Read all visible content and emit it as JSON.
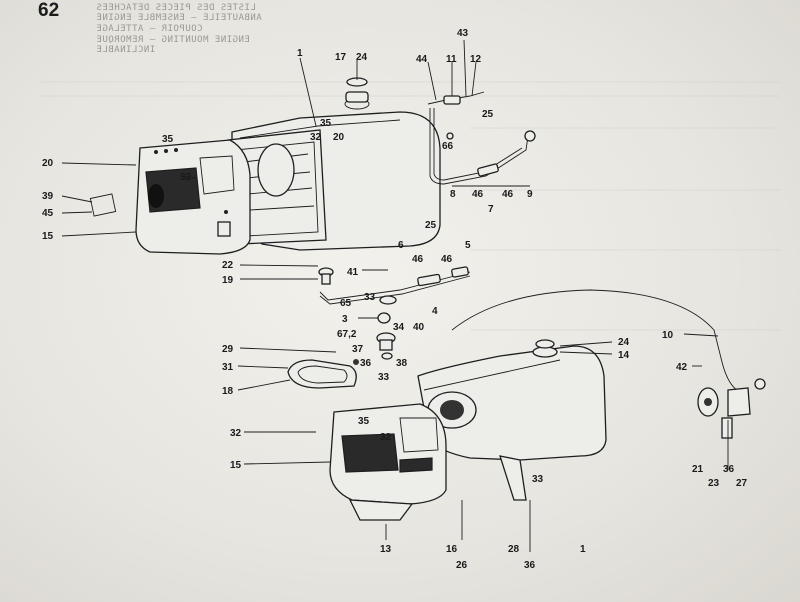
{
  "page_number": "62",
  "header_lines": [
    "LISTES DES PIECES DETACHEES",
    "ANBAUTEILE — ENSEMBLE ENGINE",
    "COUPOIR — ATTELAGE",
    "ENGINE MOUNTING — REMORQUE",
    "INCLINABLE"
  ],
  "callouts": [
    {
      "id": "c17",
      "label": "17"
    },
    {
      "id": "c24a",
      "label": "24"
    },
    {
      "id": "c1a",
      "label": "1"
    },
    {
      "id": "c44",
      "label": "44"
    },
    {
      "id": "c11",
      "label": "11"
    },
    {
      "id": "c43",
      "label": "43"
    },
    {
      "id": "c12",
      "label": "12"
    },
    {
      "id": "c35a",
      "label": "35"
    },
    {
      "id": "c32a",
      "label": "32"
    },
    {
      "id": "c20a",
      "label": "20"
    },
    {
      "id": "c35b",
      "label": "35"
    },
    {
      "id": "c20b",
      "label": "20"
    },
    {
      "id": "c32b",
      "label": "32"
    },
    {
      "id": "c39",
      "label": "39"
    },
    {
      "id": "c45",
      "label": "45"
    },
    {
      "id": "c15a",
      "label": "15"
    },
    {
      "id": "c25a",
      "label": "25"
    },
    {
      "id": "c66",
      "label": "66"
    },
    {
      "id": "c8",
      "label": "8"
    },
    {
      "id": "c46a",
      "label": "46"
    },
    {
      "id": "c46b",
      "label": "46"
    },
    {
      "id": "c9",
      "label": "9"
    },
    {
      "id": "c7",
      "label": "7"
    },
    {
      "id": "c25b",
      "label": "25"
    },
    {
      "id": "c6",
      "label": "6"
    },
    {
      "id": "c5",
      "label": "5"
    },
    {
      "id": "c22",
      "label": "22"
    },
    {
      "id": "c19",
      "label": "19"
    },
    {
      "id": "c41",
      "label": "41"
    },
    {
      "id": "c46c",
      "label": "46"
    },
    {
      "id": "c46d",
      "label": "46"
    },
    {
      "id": "c4",
      "label": "4"
    },
    {
      "id": "c33a",
      "label": "33"
    },
    {
      "id": "c65",
      "label": "65"
    },
    {
      "id": "c3",
      "label": "3"
    },
    {
      "id": "c67",
      "label": "67,2"
    },
    {
      "id": "c34",
      "label": "34"
    },
    {
      "id": "c40",
      "label": "40"
    },
    {
      "id": "c37",
      "label": "37"
    },
    {
      "id": "c36a",
      "label": "36"
    },
    {
      "id": "c38",
      "label": "38"
    },
    {
      "id": "c33b",
      "label": "33"
    },
    {
      "id": "c29",
      "label": "29"
    },
    {
      "id": "c31",
      "label": "31"
    },
    {
      "id": "c18",
      "label": "18"
    },
    {
      "id": "c10",
      "label": "10"
    },
    {
      "id": "c24b",
      "label": "24"
    },
    {
      "id": "c14",
      "label": "14"
    },
    {
      "id": "c42",
      "label": "42"
    },
    {
      "id": "c32c",
      "label": "32"
    },
    {
      "id": "c35c",
      "label": "35"
    },
    {
      "id": "c32d",
      "label": "32"
    },
    {
      "id": "c15b",
      "label": "15"
    },
    {
      "id": "c21",
      "label": "21"
    },
    {
      "id": "c36b",
      "label": "36"
    },
    {
      "id": "c23",
      "label": "23"
    },
    {
      "id": "c27",
      "label": "27"
    },
    {
      "id": "c33c",
      "label": "33"
    },
    {
      "id": "c13",
      "label": "13"
    },
    {
      "id": "c16",
      "label": "16"
    },
    {
      "id": "c26",
      "label": "26"
    },
    {
      "id": "c28",
      "label": "28"
    },
    {
      "id": "c36c",
      "label": "36"
    },
    {
      "id": "c1b",
      "label": "1"
    }
  ]
}
